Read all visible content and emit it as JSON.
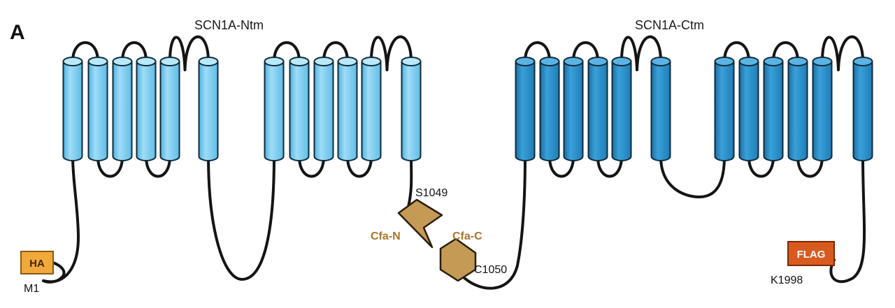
{
  "figure": {
    "panel_label": "A",
    "domain_n_title": "SCN1A-Ntm",
    "domain_c_title": "SCN1A-Ctm",
    "colors": {
      "helix_n": "#7fd0f2",
      "helix_n_top": "#b9e8fb",
      "helix_c": "#2b8fc9",
      "helix_c_top": "#5cb3e3",
      "intein": "#c49a55",
      "intein_text": "#a9762a",
      "ha_tag": "#f2a93b",
      "flag_tag": "#d95a1f",
      "loop": "#141414"
    },
    "tags": {
      "ha": "HA",
      "flag": "FLAG"
    },
    "residues": {
      "m1": "M1",
      "s1049": "S1049",
      "c1050": "C1050",
      "k1998": "K1998"
    },
    "intein": {
      "n_label": "Cfa-N",
      "c_label": "Cfa-C"
    }
  }
}
